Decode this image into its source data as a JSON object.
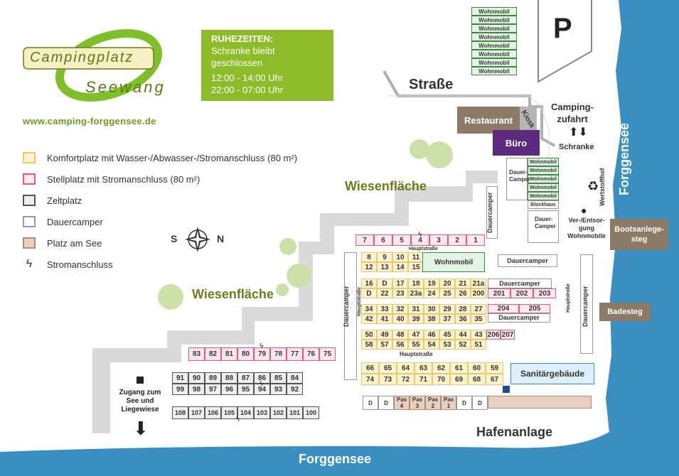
{
  "colors": {
    "water": "#3a8fc0",
    "path": "#d9d9d9",
    "comfort_fill": "#fdf3d0",
    "comfort_border": "#e8c96b",
    "stell_fill": "#fde8ee",
    "stell_border": "#e05a7f",
    "zelt_fill": "#eeeeee",
    "zelt_border": "#555555",
    "dauer_border": "#999999",
    "see_fill": "#e8cfc0",
    "see_border": "#b08a73",
    "green": "#8dbb2a",
    "olive": "#6b7d1a",
    "brown": "#8b7a66",
    "purple": "#5c2a7e",
    "wohn_fill": "#e4f4e4",
    "wohn_border": "#3a8a3a"
  },
  "logo": {
    "line1": "Campingplatz",
    "line2": "Seewang",
    "url": "www.camping-forggensee.de"
  },
  "ruhezeiten": {
    "title": "RUHEZEITEN:",
    "line1": "Schranke bleibt geschlossen",
    "line2": "12:00 - 14:00 Uhr",
    "line3": "22:00 - 07:00 Uhr"
  },
  "legend": [
    {
      "label": "Komfortplatz mit Wasser-/Abwasser-/Stromanschluss (80 m²)",
      "icon": "comfort-swatch"
    },
    {
      "label": "Stellplatz mit Stromanschluss (80 m²)",
      "icon": "stell-swatch"
    },
    {
      "label": "Zeltplatz",
      "icon": "zelt-swatch"
    },
    {
      "label": "Dauercamper",
      "icon": "dauer-swatch"
    },
    {
      "label": "Platz am See",
      "icon": "see-swatch"
    },
    {
      "label": "Stromanschluss",
      "icon": "lightning-icon"
    }
  ],
  "compass": {
    "s": "S",
    "n": "N"
  },
  "labels": {
    "strasse": "Straße",
    "p": "P",
    "camping": "Camping-",
    "zufahrt": "zufahrt",
    "schranke": "Schranke",
    "forggensee_right": "Forggensee",
    "forggensee_bottom": "Forggensee",
    "restaurant": "Restaurant",
    "kiosk": "Kiosk",
    "buero": "Büro",
    "wiese1": "Wiesenfläche",
    "wiese2": "Wiesenfläche",
    "wertstoffhof": "Wertstoffhof",
    "ver1": "Ver-/Entsor-",
    "ver2": "gung",
    "ver3": "Wohnmobile",
    "bootsanlege1": "Bootsanlege-",
    "bootsanlege2": "steg",
    "badesteg": "Badesteg",
    "hafenanlage": "Hafenanlage",
    "sanitaer": "Sanitärgebäude",
    "zugang1": "Zugang zum",
    "zugang2": "See und",
    "zugang3": "Liegewiese",
    "hauptstrasse": "Hauptstraße",
    "blockhaus": "Blockhaus",
    "dauer": "Dauer-",
    "camper": "Camper",
    "dauercamper": "Dauercamper",
    "wohnmobil": "Wohnmobil"
  },
  "wohnmobil_top": [
    "Wohnmobil",
    "Wohnmobil",
    "Wohnmobil",
    "Wohnmobil",
    "Wohnmobil",
    "Wohnmobil",
    "Wohnmobil",
    "Wohnmobil"
  ],
  "wohnmobil_right": [
    "Wohnmobil",
    "Wohnmobil",
    "Wohnmobil",
    "Wohnmobil",
    "Wohnmobil"
  ],
  "row_top": [
    "7",
    "6",
    "5",
    "4",
    "3",
    "2",
    "1"
  ],
  "row_a1": [
    "8",
    "9",
    "10",
    "11"
  ],
  "row_a2": [
    "12",
    "13",
    "14",
    "15"
  ],
  "row_b1": [
    "16",
    "D",
    "17",
    "18",
    "19",
    "20",
    "21",
    "21a"
  ],
  "row_b2": [
    "D",
    "22",
    "23",
    "23a",
    "24",
    "25",
    "26",
    "200"
  ],
  "row_b3": [
    "201",
    "202",
    "203"
  ],
  "row_c1": [
    "34",
    "33",
    "32",
    "31",
    "30",
    "29",
    "28",
    "27"
  ],
  "row_c2": [
    "42",
    "41",
    "40",
    "39",
    "38",
    "37",
    "36",
    "35"
  ],
  "row_c3": [
    "204",
    "205"
  ],
  "row_d1": [
    "50",
    "49",
    "48",
    "47",
    "46",
    "45",
    "44",
    "43"
  ],
  "row_d1p": [
    "206",
    "207"
  ],
  "row_d2": [
    "58",
    "57",
    "56",
    "55",
    "54",
    "53",
    "52",
    "51"
  ],
  "row_e1": [
    "66",
    "65",
    "64",
    "63",
    "62",
    "61",
    "60",
    "59"
  ],
  "row_e2": [
    "74",
    "73",
    "72",
    "71",
    "70",
    "69",
    "68",
    "67"
  ],
  "row_see": [
    "D",
    "D",
    "Pas 4",
    "Pas 3",
    "Pas 2",
    "Pas 1",
    "D",
    "D"
  ],
  "row_stell": [
    "83",
    "82",
    "81",
    "80",
    "79",
    "78",
    "77",
    "76",
    "75"
  ],
  "row_z1": [
    "91",
    "90",
    "89",
    "88",
    "87",
    "86",
    "85",
    "84"
  ],
  "row_z2": [
    "99",
    "98",
    "97",
    "96",
    "95",
    "94",
    "93",
    "92"
  ],
  "row_z3": [
    "108",
    "107",
    "106",
    "105",
    "104",
    "103",
    "102",
    "101",
    "100"
  ]
}
